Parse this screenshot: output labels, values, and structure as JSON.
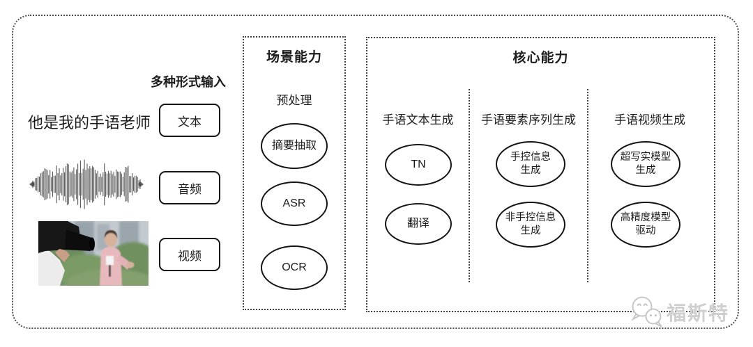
{
  "input_section": {
    "title": "多种形式输入",
    "sample_text": "他是我的手语老师",
    "text_label": "文本",
    "audio_label": "音频",
    "video_label": "视频"
  },
  "scene_box": {
    "title": "场景能力",
    "subtitle": "预处理",
    "nodes": [
      {
        "label": "摘要抽取"
      },
      {
        "label": "ASR"
      },
      {
        "label": "OCR"
      }
    ]
  },
  "core_box": {
    "title": "核心能力",
    "columns": [
      {
        "header": "手语文本生成",
        "nodes": [
          {
            "line1": "TN"
          },
          {
            "line1": "翻译"
          }
        ]
      },
      {
        "header": "手语要素序列生成",
        "nodes": [
          {
            "line1": "手控信息",
            "line2": "生成"
          },
          {
            "line1": "非手控信息",
            "line2": "生成"
          }
        ]
      },
      {
        "header": "手语视频生成",
        "nodes": [
          {
            "line1": "超写实模型",
            "line2": "生成"
          },
          {
            "line1": "高精度模型",
            "line2": "驱动"
          }
        ]
      }
    ]
  },
  "watermark": {
    "text": "福斯特",
    "icon": "chat-bubbles-icon"
  },
  "colors": {
    "line_dark": "#141414",
    "dotted_border": "#424242",
    "watermark_gray": "#cfcfcf"
  }
}
